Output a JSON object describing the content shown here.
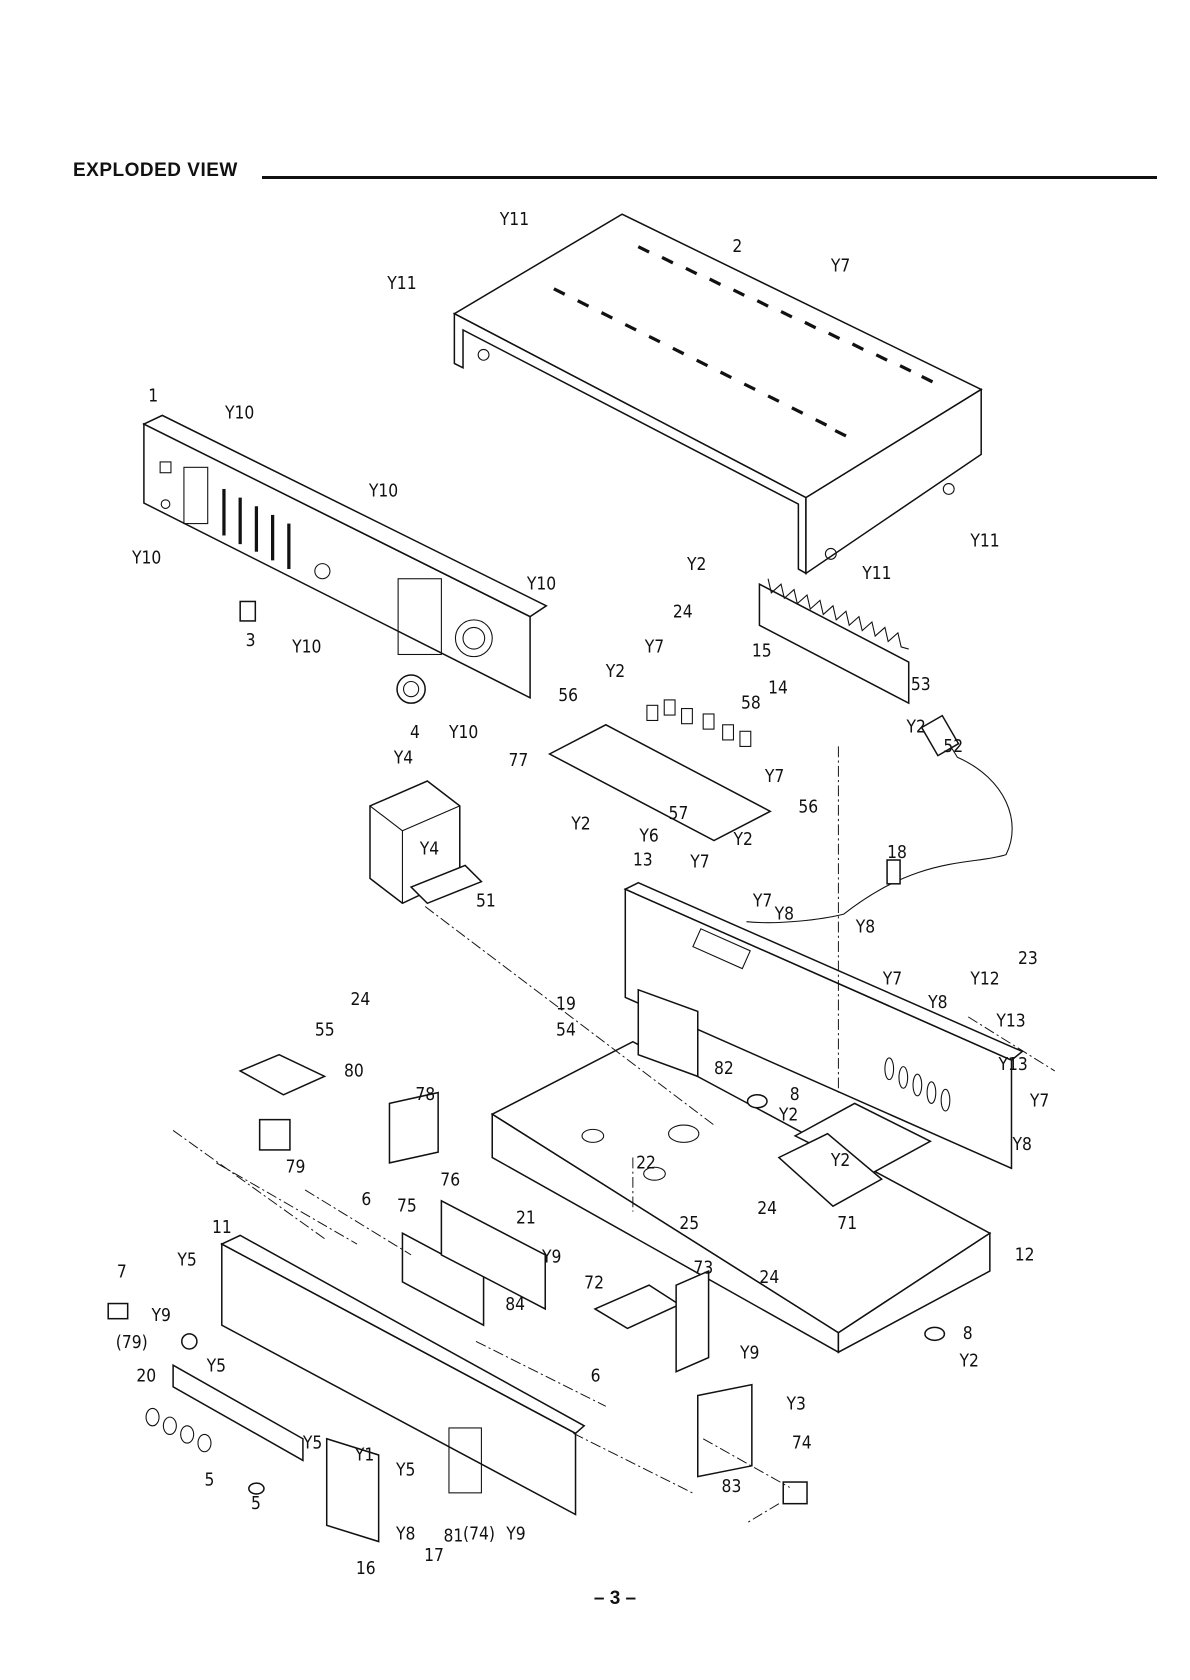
{
  "title": "EXPLODED VIEW",
  "page_number": "– 3 –",
  "labels": [
    "Y11",
    "Y11",
    "2",
    "Y7",
    "1",
    "Y10",
    "Y10",
    "Y10",
    "Y10",
    "3",
    "Y10",
    "4",
    "Y10",
    "Y11",
    "Y2",
    "Y11",
    "24",
    "Y7",
    "15",
    "14",
    "53",
    "Y2",
    "56",
    "58",
    "Y2",
    "52",
    "77",
    "Y7",
    "Y4",
    "56",
    "Y2",
    "Y6",
    "57",
    "Y2",
    "Y4",
    "51",
    "13",
    "Y7",
    "18",
    "Y7",
    "Y8",
    "Y8",
    "23",
    "Y7",
    "Y12",
    "Y13",
    "Y8",
    "24",
    "19",
    "54",
    "55",
    "82",
    "80",
    "Y13",
    "8",
    "Y7",
    "Y2",
    "78",
    "Y8",
    "79",
    "22",
    "Y2",
    "6",
    "76",
    "75",
    "21",
    "24",
    "71",
    "25",
    "11",
    "12",
    "Y5",
    "Y9",
    "73",
    "72",
    "7",
    "24",
    "Y9",
    "84",
    "8",
    "(79)",
    "Y2",
    "Y9",
    "20",
    "Y5",
    "6",
    "Y3",
    "Y5",
    "Y1",
    "74",
    "Y5",
    "5",
    "83",
    "5",
    "Y8",
    "17",
    "81",
    "(74)",
    "Y9",
    "16"
  ]
}
